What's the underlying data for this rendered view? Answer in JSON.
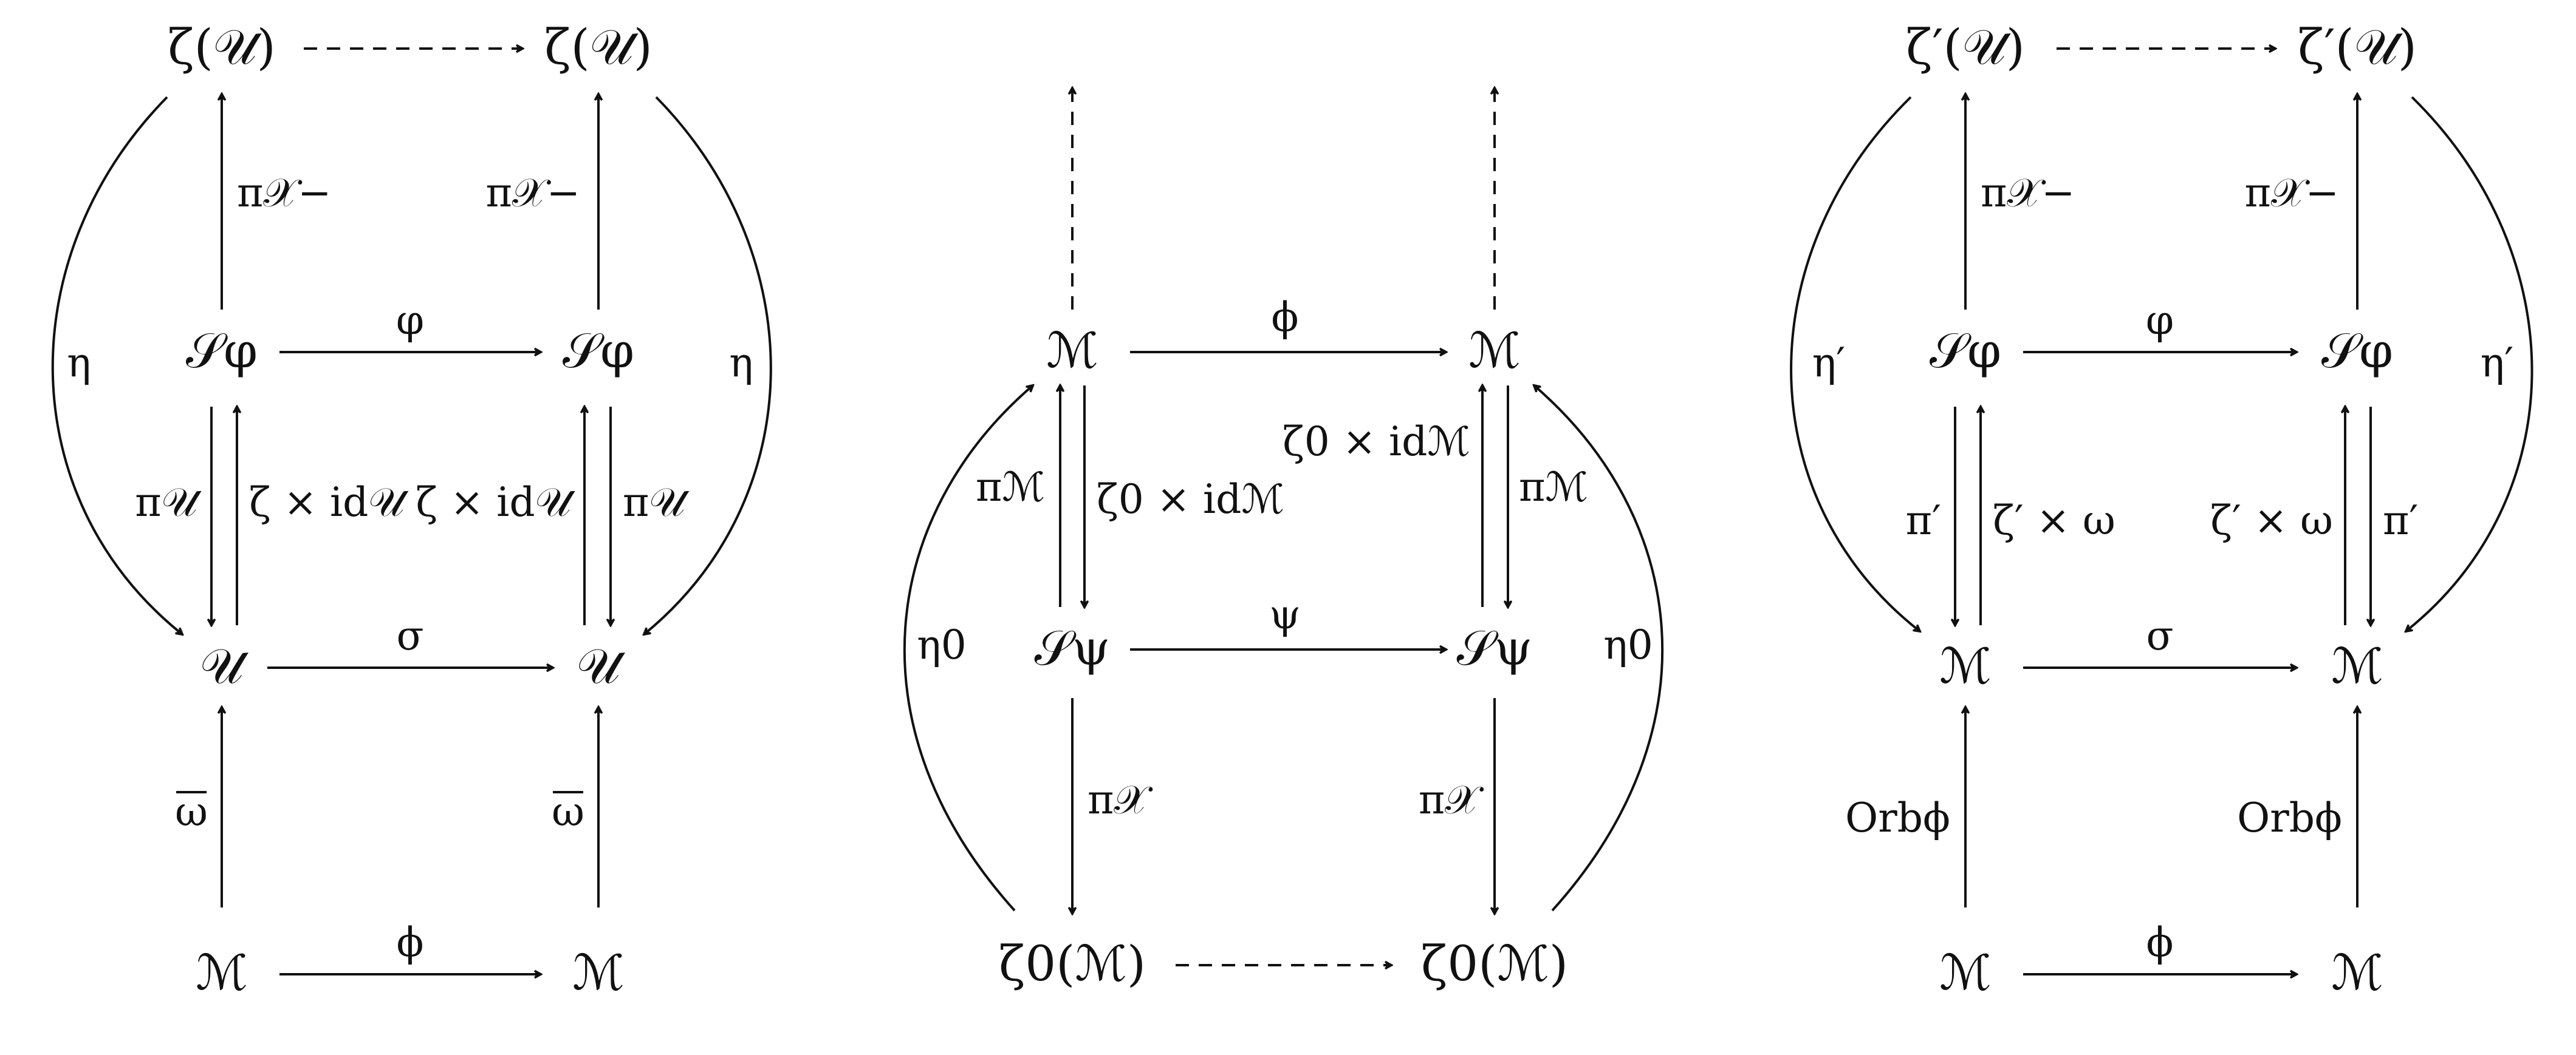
{
  "diagrams": [
    {
      "nodes": {
        "zeta_u_left": "ζ(𝒰)",
        "zeta_u_right": "ζ(𝒰)",
        "s_phi_left": "𝒮φ",
        "s_phi_right": "𝒮φ",
        "u_left": "𝒰",
        "u_right": "𝒰",
        "m_left": "ℳ",
        "m_right": "ℳ"
      },
      "labels": {
        "varphi": "φ",
        "sigma": "σ",
        "phi": "ϕ",
        "pi_x_left": "π𝒳−",
        "pi_x_right": "π𝒳−",
        "eta_left": "η",
        "eta_right": "η",
        "pi_u_left": "π𝒰",
        "pi_u_right": "π𝒰",
        "zeta_id_left": "ζ × id𝒰",
        "zeta_id_right": "ζ × id𝒰",
        "omega_left": "ω",
        "omega_right": "ω"
      }
    },
    {
      "nodes": {
        "m_left": "ℳ",
        "m_right": "ℳ",
        "s_psi_left": "𝒮ψ",
        "s_psi_right": "𝒮ψ",
        "zeta0_m_left": "ζ0(ℳ)",
        "zeta0_m_right": "ζ0(ℳ)"
      },
      "labels": {
        "phi": "ϕ",
        "psi": "ψ",
        "zeta0_id_left": "ζ0 × idℳ",
        "zeta0_id_right": "ζ0 × idℳ",
        "pi_m_left": "πℳ",
        "pi_m_right": "πℳ",
        "eta0_left": "η0",
        "eta0_right": "η0",
        "pi_x_left": "π𝒳",
        "pi_x_right": "π𝒳"
      }
    },
    {
      "nodes": {
        "zetap_u_left": "ζ′(𝒰)",
        "zetap_u_right": "ζ′(𝒰)",
        "s_phi_left": "𝒮φ",
        "s_phi_right": "𝒮φ",
        "m_mid_left": "ℳ",
        "m_mid_right": "ℳ",
        "m_bot_left": "ℳ",
        "m_bot_right": "ℳ"
      },
      "labels": {
        "varphi": "φ",
        "sigma": "σ",
        "phi": "ϕ",
        "pi_x_left": "π𝒳−",
        "pi_x_right": "π𝒳−",
        "etap_left": "η′",
        "etap_right": "η′",
        "pip_left": "π′",
        "pip_right": "π′",
        "zetap_omega_left": "ζ′ × ω",
        "zetap_omega_right": "ζ′ × ω",
        "orb_left": "Orbϕ",
        "orb_right": "Orbϕ"
      }
    }
  ]
}
